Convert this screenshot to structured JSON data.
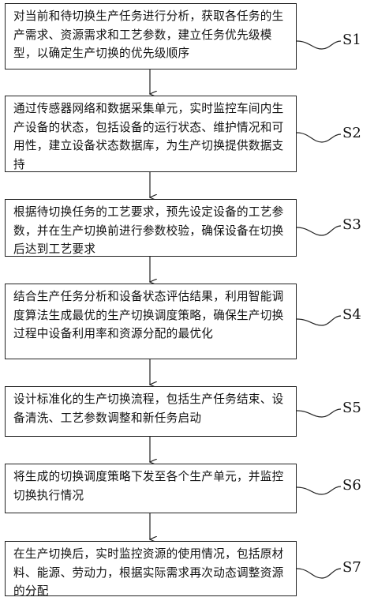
{
  "steps": [
    {
      "id": "S1",
      "text": "对当前和待切换生产任务进行分析，获取各任务的生产需求、资源需求和工艺参数，建立任务优先级模型，以确定生产切换的优先级顺序"
    },
    {
      "id": "S2",
      "text": "通过传感器网络和数据采集单元，实时监控车间内生产设备的状态，包括设备的运行状态、维护情况和可用性，建立设备状态数据库，为生产切换提供数据支持"
    },
    {
      "id": "S3",
      "text": "根据待切换任务的工艺要求，预先设定设备的工艺参数，并在生产切换前进行参数校验，确保设备在切换后达到工艺要求"
    },
    {
      "id": "S4",
      "text": "结合生产任务分析和设备状态评估结果，利用智能调度算法生成最优的生产切换调度策略，确保生产切换过程中设备利用率和资源分配的最优化"
    },
    {
      "id": "S5",
      "text": "设计标准化的生产切换流程，包括生产任务结束、设备清洗、工艺参数调整和新任务启动"
    },
    {
      "id": "S6",
      "text": "将生成的切换调度策略下发至各个生产单元，并监控切换执行情况"
    },
    {
      "id": "S7",
      "text": "在生产切换后，实时监控资源的使用情况，包括原材料、能源、劳动力，根据实际需求再次动态调整资源的分配"
    }
  ]
}
